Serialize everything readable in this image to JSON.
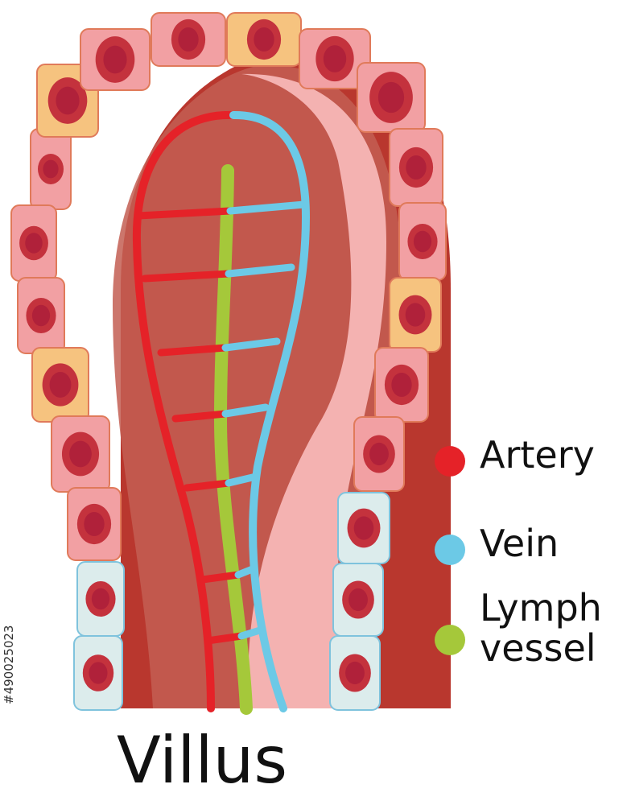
{
  "title": "Villus",
  "stock_id": "#490025023",
  "legend": [
    {
      "label": "Artery",
      "color": "#e52228"
    },
    {
      "label": "Vein",
      "color": "#6cc9e6"
    },
    {
      "label": "Lymph vessel",
      "color": "#a5c83a"
    }
  ],
  "colors": {
    "artery": "#e52228",
    "vein": "#6cc9e6",
    "lymph": "#a5c83a",
    "core_dark": "#b9372e",
    "core_mid": "#c35e52",
    "core_light": "#f4b2b1",
    "cell_pink": "#f2a0a3",
    "cell_yellow": "#f6c37f",
    "cell_blue": "#dcecec",
    "nucleus": "#c4323d",
    "nucleus_inner": "#b0213a",
    "cell_stroke_warm": "#e07a5a",
    "cell_stroke_blue": "#7fc3dd"
  }
}
